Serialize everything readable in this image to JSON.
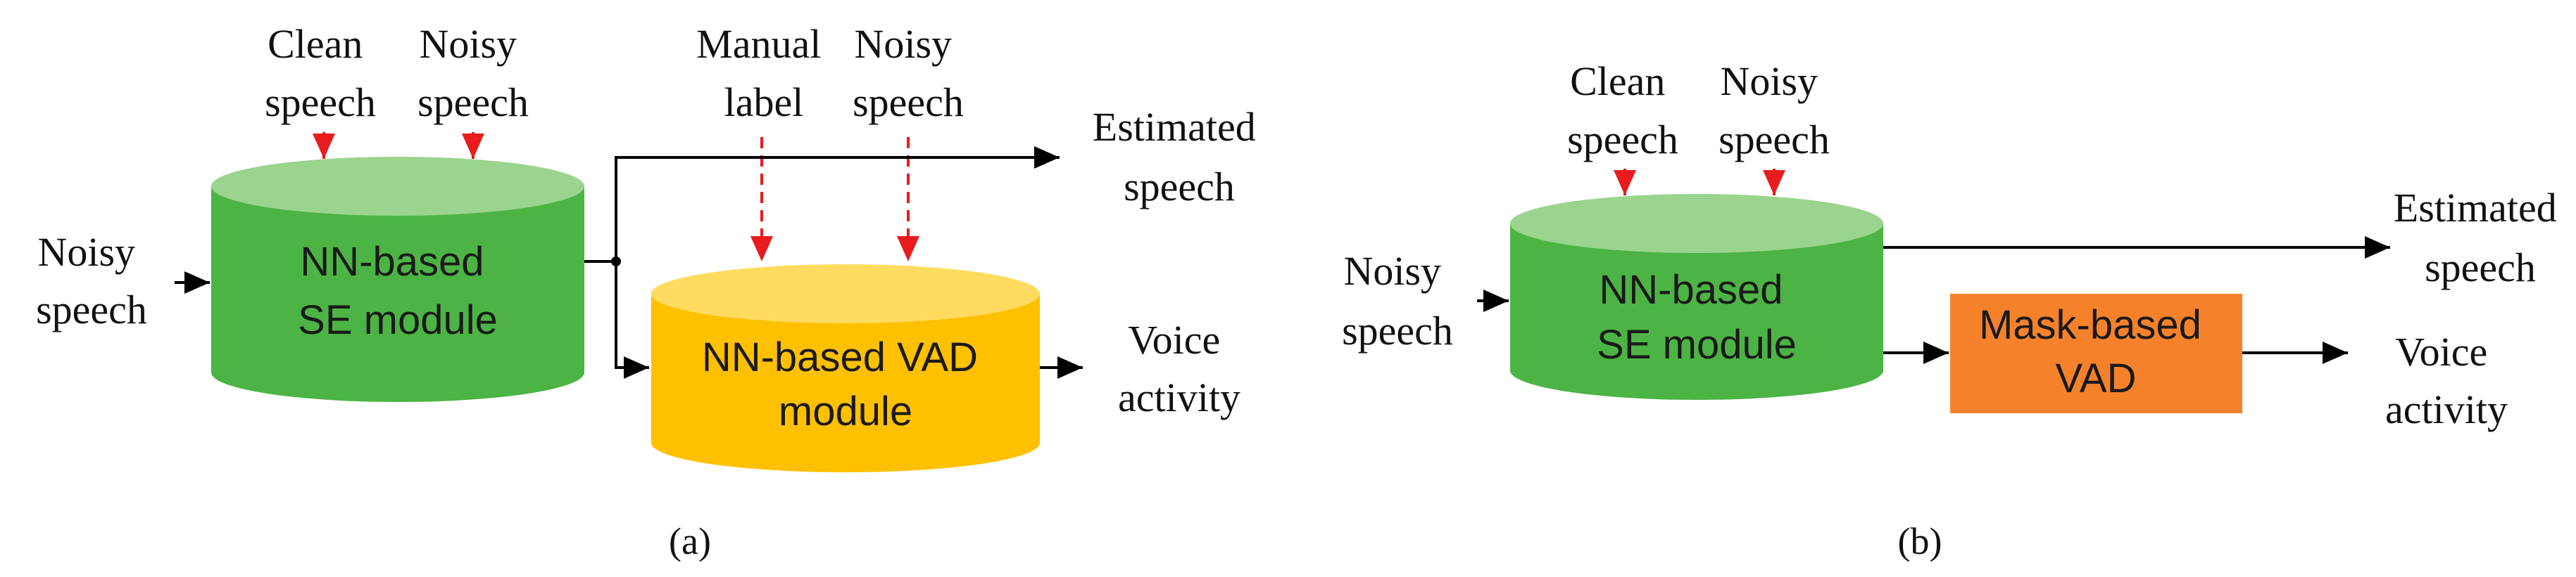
{
  "colors": {
    "se_body": "#4cb444",
    "se_top": "#9ad48e",
    "vad_body": "#ffc000",
    "vad_top": "#ffdc60",
    "mask_box": "#f5822a",
    "label_arrow": "#e81c1c",
    "line": "#000000"
  },
  "panel_a": {
    "clean_speech": [
      "Clean",
      "speech"
    ],
    "noisy_speech_top": [
      "Noisy",
      "speech"
    ],
    "manual_label": [
      "Manual",
      "label"
    ],
    "noisy_speech_vad": [
      "Noisy",
      "speech"
    ],
    "input": [
      "Noisy",
      "speech"
    ],
    "se_module": [
      "NN-based",
      "SE module"
    ],
    "vad_module": [
      "NN-based VAD",
      "module"
    ],
    "estimated_speech": [
      "Estimated",
      "speech"
    ],
    "voice_activity": [
      "Voice",
      "activity"
    ],
    "caption": "(a)"
  },
  "panel_b": {
    "clean_speech": [
      "Clean",
      "speech"
    ],
    "noisy_speech_top": [
      "Noisy",
      "speech"
    ],
    "input": [
      "Noisy",
      "speech"
    ],
    "se_module": [
      "NN-based",
      "SE module"
    ],
    "vad_box": [
      "Mask-based",
      "VAD"
    ],
    "estimated_speech": [
      "Estimated",
      "speech"
    ],
    "voice_activity": [
      "Voice",
      "activity"
    ],
    "caption": "(b)"
  }
}
